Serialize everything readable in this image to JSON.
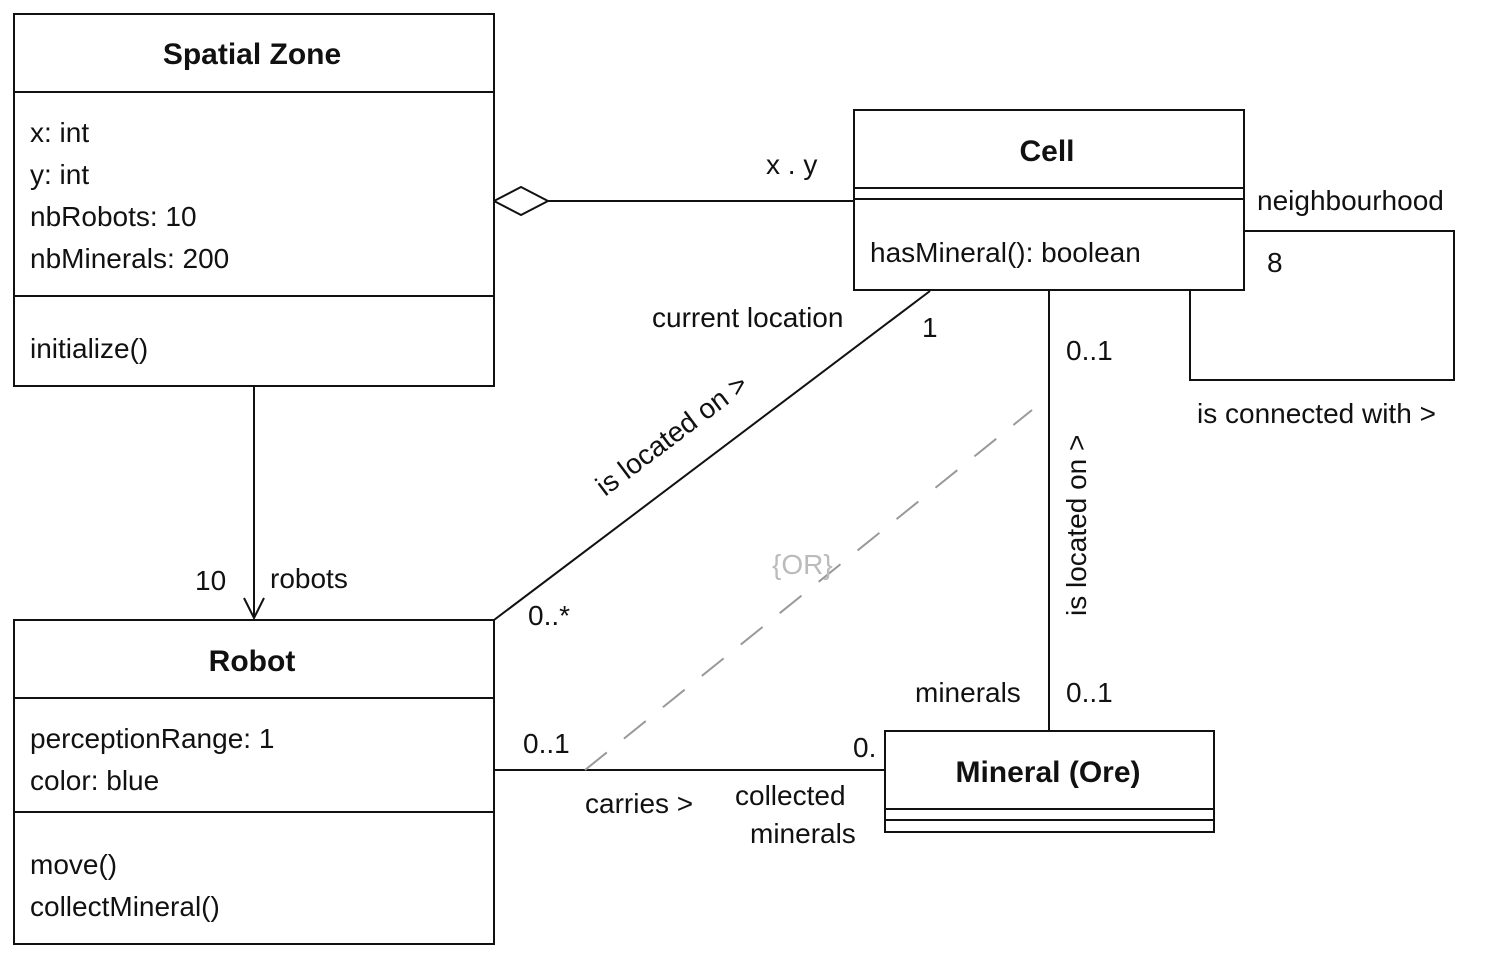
{
  "classes": {
    "spatial_zone": {
      "name": "Spatial Zone",
      "attributes": [
        "x: int",
        "y: int",
        "nbRobots: 10",
        "nbMinerals: 200"
      ],
      "methods": [
        "initialize()"
      ]
    },
    "cell": {
      "name": "Cell",
      "methods": [
        "hasMineral(): boolean"
      ]
    },
    "robot": {
      "name": "Robot",
      "attributes": [
        "perceptionRange: 1",
        "color: blue"
      ],
      "methods": [
        "move()",
        "collectMineral()"
      ]
    },
    "mineral": {
      "name": "Mineral (Ore)"
    }
  },
  "associations": {
    "zone_cell": {
      "role": "x . y"
    },
    "cell_self": {
      "role": "neighbourhood",
      "multiplicity": "8",
      "label": "is connected with >"
    },
    "robot_cell": {
      "role": "current location",
      "mult_cell": "1",
      "mult_robot": "0..*",
      "label": "is located on >"
    },
    "mineral_cell": {
      "mult_cell": "0..1",
      "mult_mineral": "0..1",
      "role": "minerals",
      "label": "is located on >"
    },
    "zone_robot": {
      "multiplicity": "10",
      "role": "robots"
    },
    "robot_mineral": {
      "mult_robot": "0..1",
      "mult_mineral": "0.",
      "label": "carries >",
      "role_line1": "collected",
      "role_line2": "minerals"
    },
    "constraint": "{OR}"
  }
}
